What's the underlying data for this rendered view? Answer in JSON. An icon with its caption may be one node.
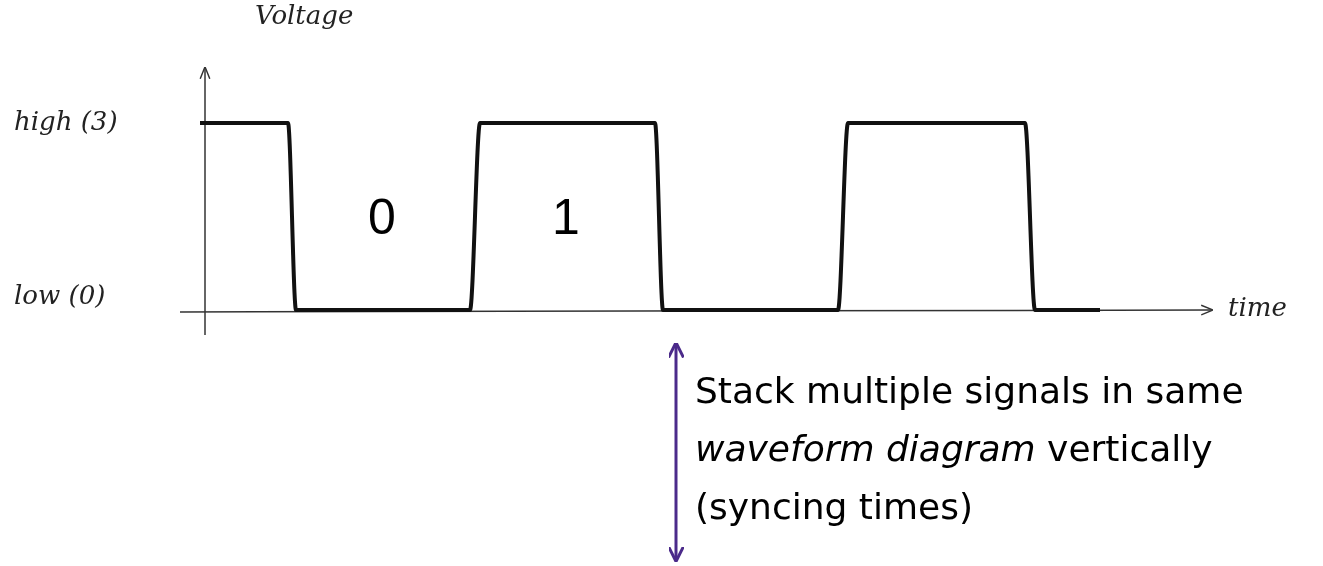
{
  "diagram": {
    "labels": [
      "Voltage",
      "high (3)",
      "low (0)",
      "time",
      "0",
      "1",
      "Stack multiple signals in same *waveform diagram* vertically (syncing times)"
    ]
  }
}
